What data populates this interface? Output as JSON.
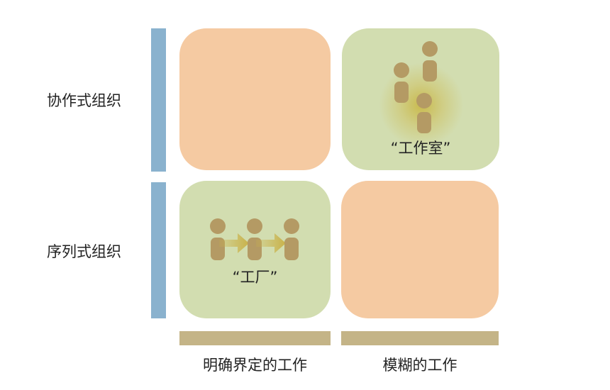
{
  "rows": [
    {
      "label": "协作式组织"
    },
    {
      "label": "序列式组织"
    }
  ],
  "columns": [
    {
      "label": "明确界定的工作"
    },
    {
      "label": "模糊的工作"
    }
  ],
  "cells": {
    "top_left": {
      "caption": ""
    },
    "top_right": {
      "caption": "“工作室”",
      "icon": "collaborating-people-icon"
    },
    "bottom_left": {
      "caption": "“工厂”",
      "icon": "sequential-people-icon"
    },
    "bottom_right": {
      "caption": ""
    }
  },
  "colors": {
    "row_bar": "#8ab2ce",
    "column_bar": "#c4b487",
    "orange_cell": "#f5caa2",
    "green_cell": "#d2ddb0",
    "person": "#b49a64",
    "arrow": "#c9b24a"
  }
}
